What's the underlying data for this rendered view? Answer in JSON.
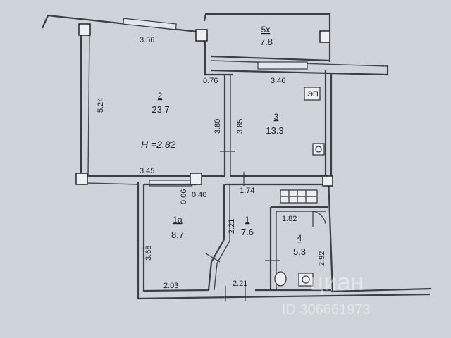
{
  "rooms": [
    {
      "id": "2",
      "area": "23.7"
    },
    {
      "id": "3",
      "area": "13.3"
    },
    {
      "id": "5x",
      "area": "7.8"
    },
    {
      "id": "1a",
      "area": "8.7"
    },
    {
      "id": "1",
      "area": "7.6"
    },
    {
      "id": "4",
      "area": "5.3"
    }
  ],
  "ceiling_height": "H =2.82",
  "dimensions": {
    "d356": "3.56",
    "d524": "5.24",
    "d076": "0.76",
    "d346": "3.46",
    "d380": "3.80",
    "d385": "3.85",
    "d345": "3.45",
    "d006": "0.06",
    "d040": "0.40",
    "d174": "1.74",
    "d182": "1.82",
    "d221a": "2.21",
    "d368": "3.68",
    "d292": "2.92",
    "d203": "2.03",
    "d221b": "2.21"
  },
  "stove_label": "ЭП",
  "watermark": {
    "brand": "циан",
    "id": "ID 306661973"
  },
  "colors": {
    "background": "#cfd4da",
    "wall": "#3c3f44"
  }
}
